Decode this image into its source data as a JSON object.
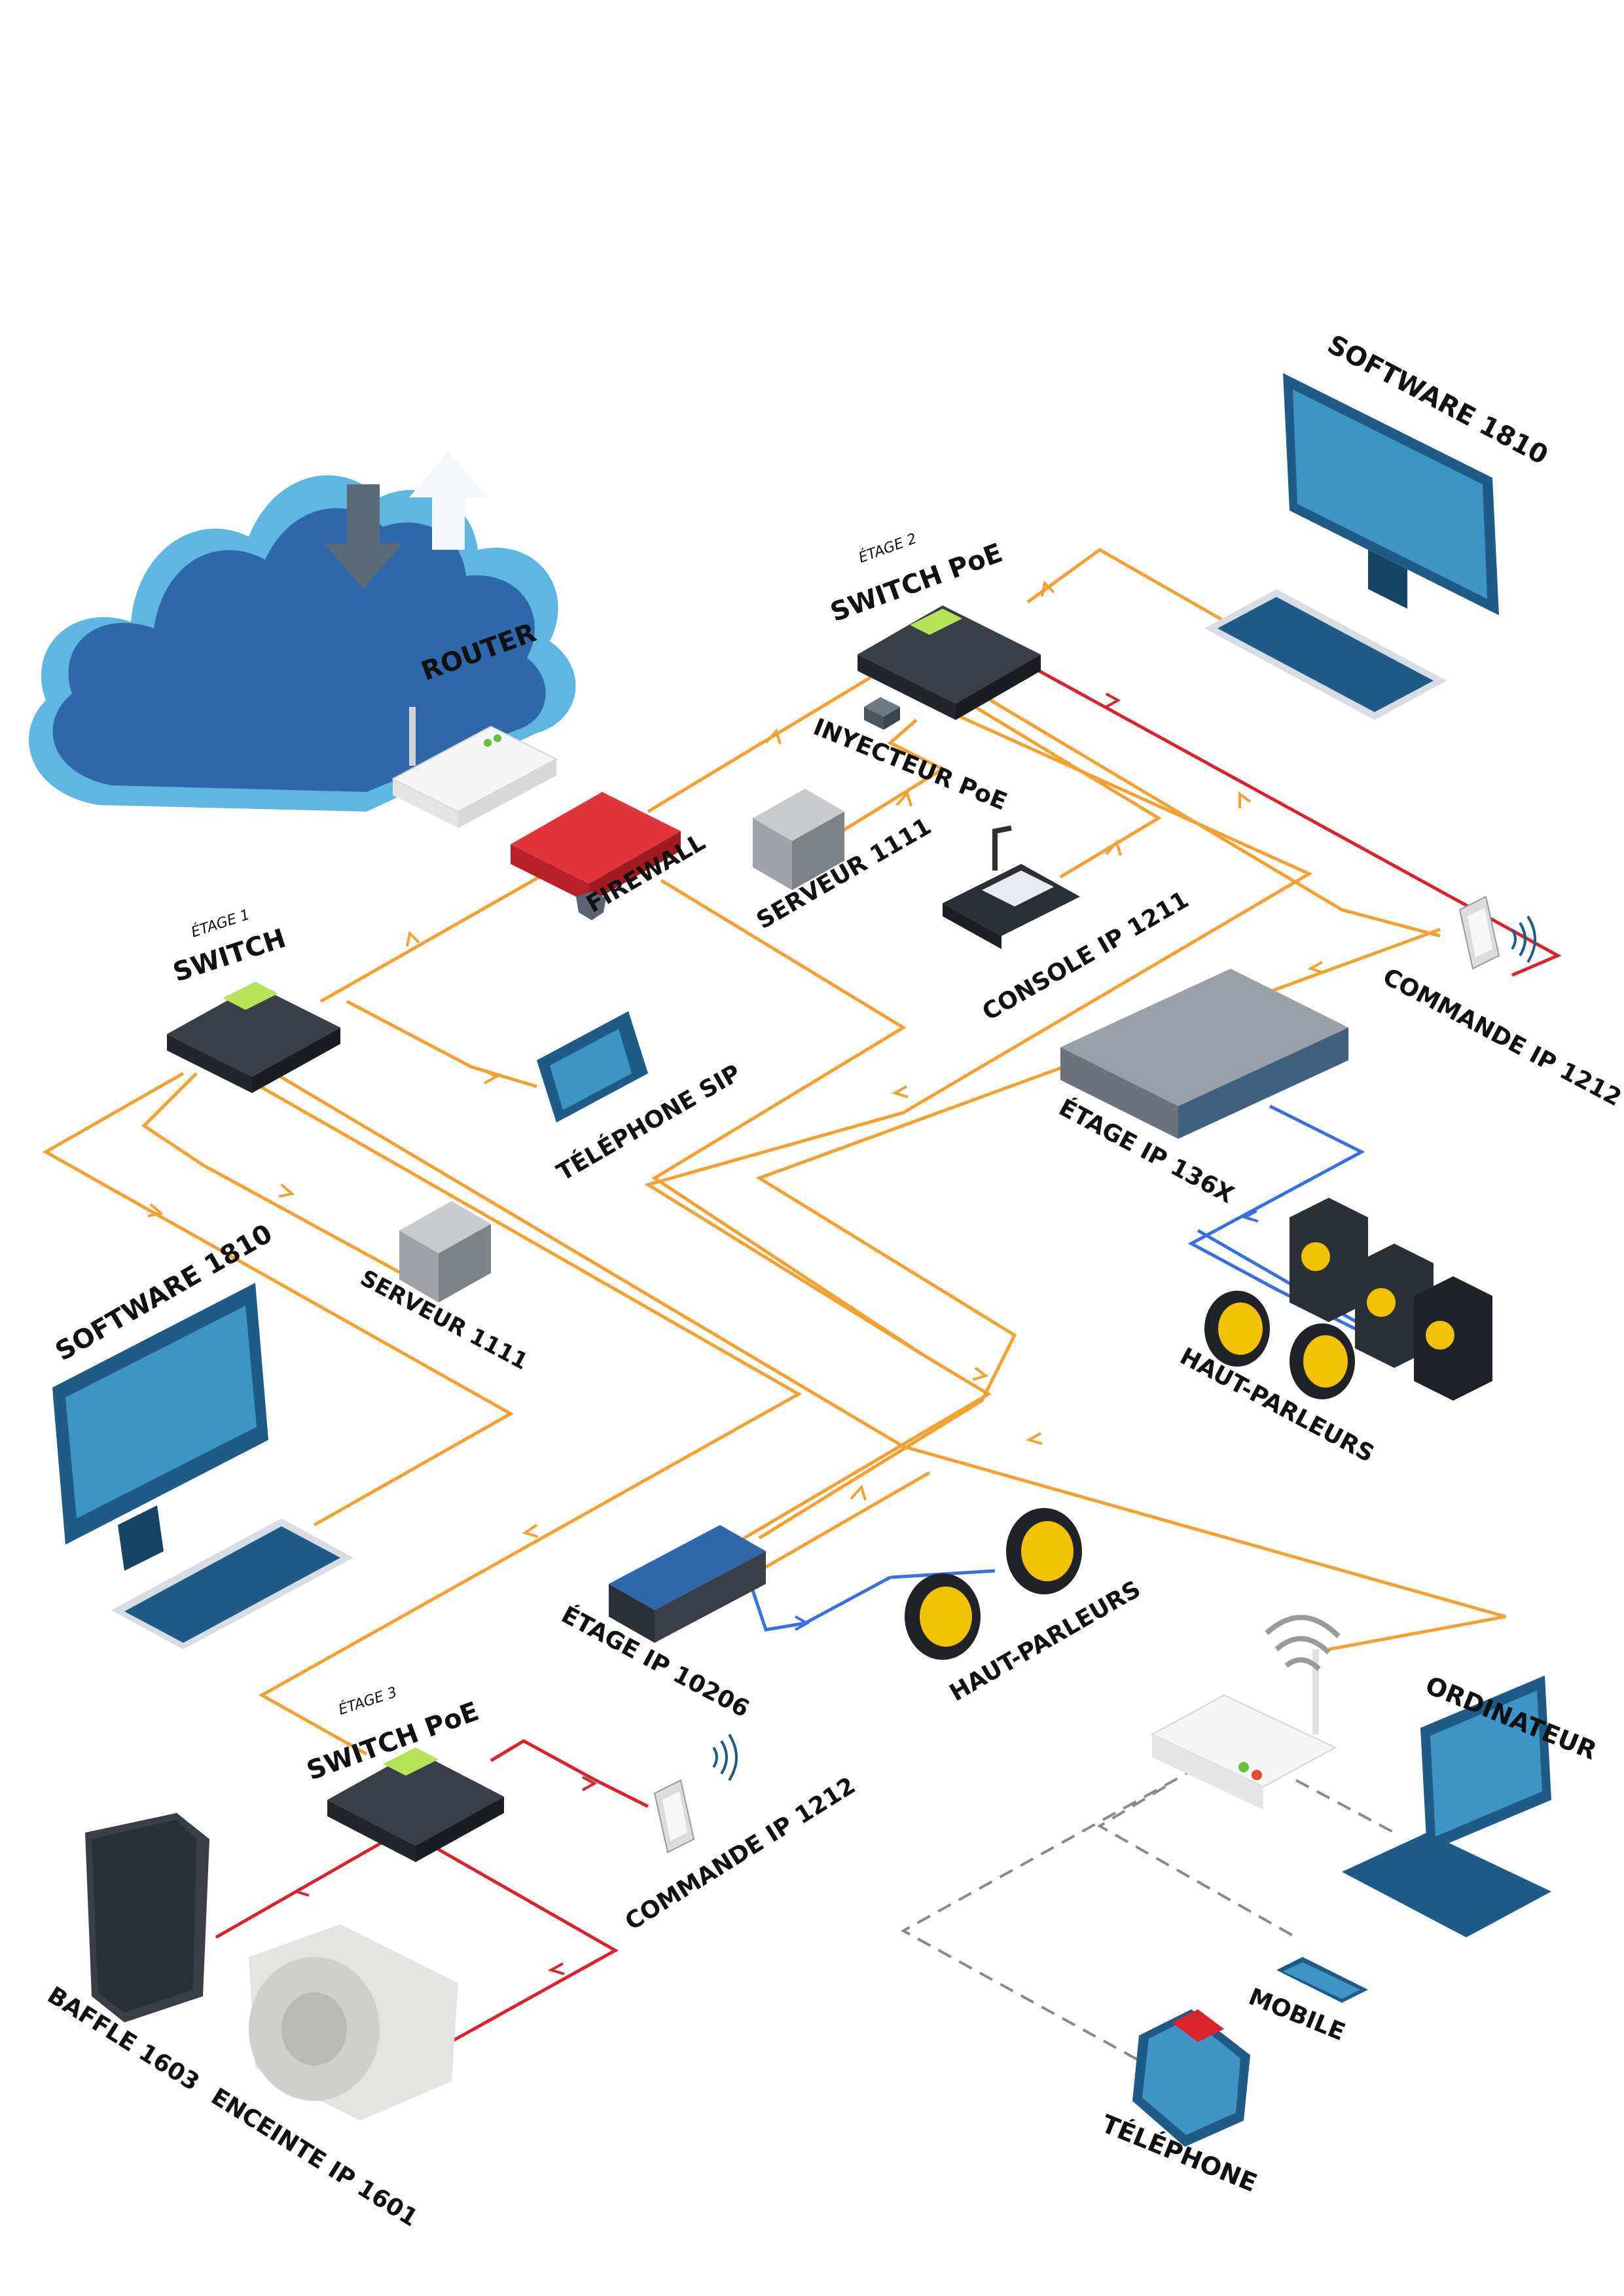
{
  "colors": {
    "orange_link": "#f5a033",
    "red_link": "#d9232d",
    "blue_link": "#3b6fe0",
    "dashed_link": "#8a8a8a",
    "cloud_light": "#6fc3e8",
    "cloud_dark": "#2f67ad",
    "device_dark": "#2b2f36",
    "screen_blue": "#3e94c4",
    "firewall_red": "#e0333a",
    "speaker_yellow": "#f2c200"
  },
  "labels": {
    "router": "ROUTER",
    "firewall": "FIREWALL",
    "etage2_small": "ÉTAGE 2",
    "switch_poe_top": "SWITCH PoE",
    "injecteur": "INYECTEUR PoE",
    "serveur_top": "SERVEUR 1111",
    "console": "CONSOLE IP 1211",
    "software_top": "SOFTWARE 1810",
    "commande_top": "COMMANDE IP 1212",
    "etage_ip_136x": "ÉTAGE IP 136X",
    "haut_parleurs_right": "HAUT-PARLEURS",
    "etage1_small": "ÉTAGE 1",
    "switch_left": "SWITCH",
    "telephone_sip": "TÉLÉPHONE SIP",
    "serveur_left": "SERVEUR 1111",
    "software_left": "SOFTWARE 1810",
    "etage_ip_10206": "ÉTAGE IP 10206",
    "haut_parleurs_mid": "HAUT-PARLEURS",
    "etage3_small": "ÉTAGE 3",
    "switch_poe_bottom": "SWITCH PoE",
    "commande_bottom": "COMMANDE IP 1212",
    "baffle": "BAFFLE 1603",
    "enceinte": "ENCEINTE IP 1601",
    "ordinateur": "ORDINATEUR",
    "mobile": "MOBILE",
    "telephone": "TÉLÉPHONE"
  }
}
